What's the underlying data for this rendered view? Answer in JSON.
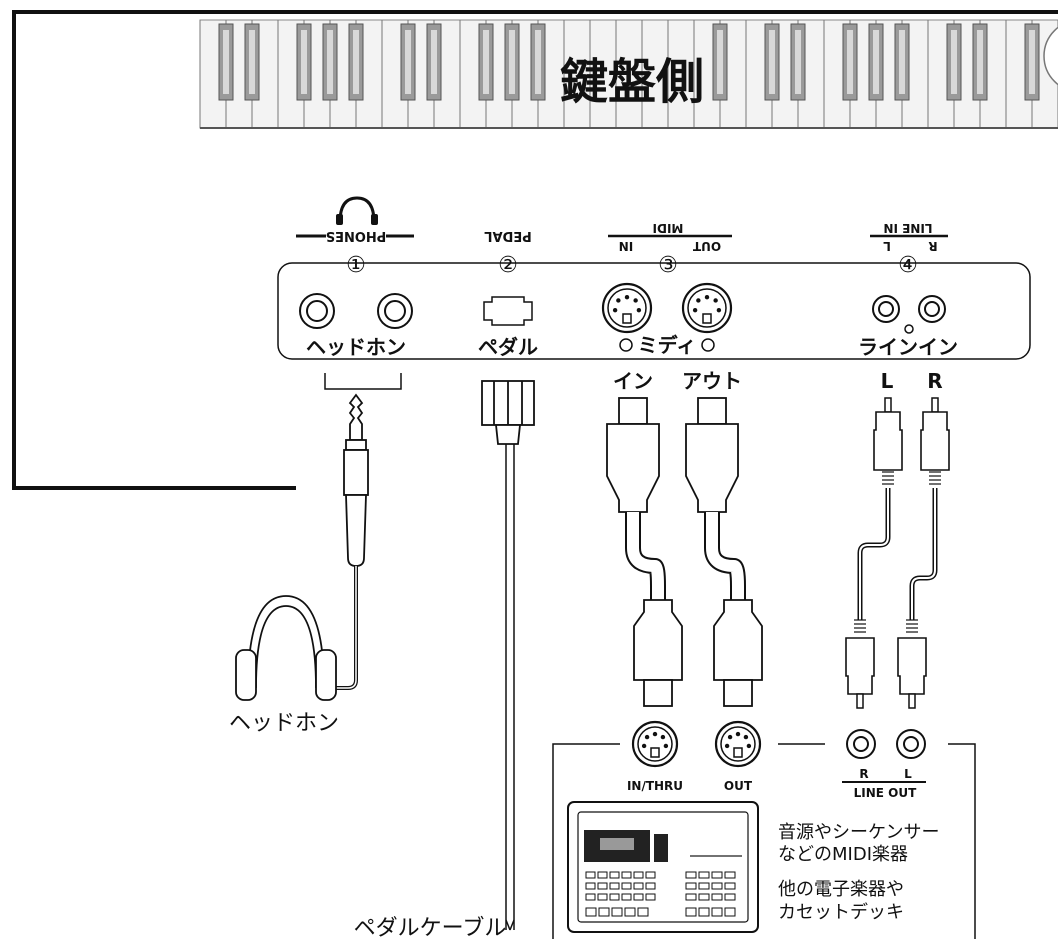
{
  "header": {
    "keyboard_side": "鍵盤側"
  },
  "panel": {
    "upside_labels": {
      "phones": "PHONES",
      "pedal": "PEDAL",
      "midi": "MIDI",
      "midi_in": "IN",
      "midi_out": "OUT",
      "line_in": "LINE IN",
      "line_r": "R",
      "line_l": "L"
    },
    "numbers": [
      "①",
      "②",
      "③",
      "④"
    ],
    "jack_labels": {
      "headphones": "ヘッドホン",
      "pedal": "ペダル",
      "midi": "ミディ",
      "line_in": "ラインイン"
    }
  },
  "cables": {
    "midi_in": "イン",
    "midi_out": "アウト",
    "line_l": "L",
    "line_r": "R",
    "headphones": "ヘッドホン",
    "pedal_cable": "ペダルケーブル"
  },
  "device": {
    "in_thru": "IN/THRU",
    "out": "OUT",
    "line_out_r": "R",
    "line_out_l": "L",
    "line_out": "LINE OUT",
    "desc1_line1": "音源やシーケンサー",
    "desc1_line2": "などのMIDI楽器",
    "desc2_line1": "他の電子楽器や",
    "desc2_line2": "カセットデッキ"
  }
}
